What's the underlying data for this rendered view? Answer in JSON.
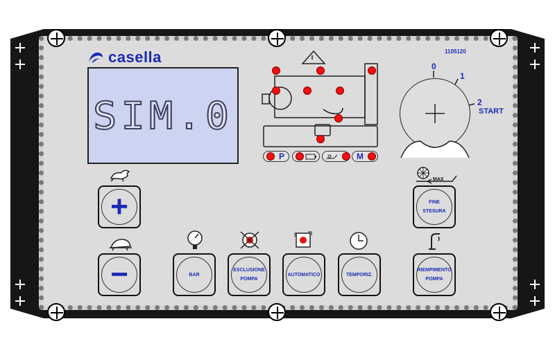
{
  "brand": {
    "name": "casella",
    "serial": "1105120"
  },
  "display": {
    "text": "SIM.0"
  },
  "status_pills": [
    "P",
    "",
    "",
    "M"
  ],
  "key_switch": {
    "positions": [
      "0",
      "1",
      "2"
    ],
    "start_label": "START"
  },
  "buttons": {
    "plus": "+",
    "minus": "−",
    "bar": "BAR",
    "esclusione_pompa": "ESCLUSIONE\nPOMPA",
    "automatico": "AUTOMATICO",
    "temporiz": "TEMPORIZ.",
    "fine_stesura": "FINE\nSTESURA",
    "riempimento_pompa": "RIEMPIMENTO\nPOMPA"
  },
  "max_label": "MAX",
  "colors": {
    "accent_blue": "#1b2bb3",
    "led_red": "#ee1111",
    "lcd_bg": "#ccd4f2"
  }
}
